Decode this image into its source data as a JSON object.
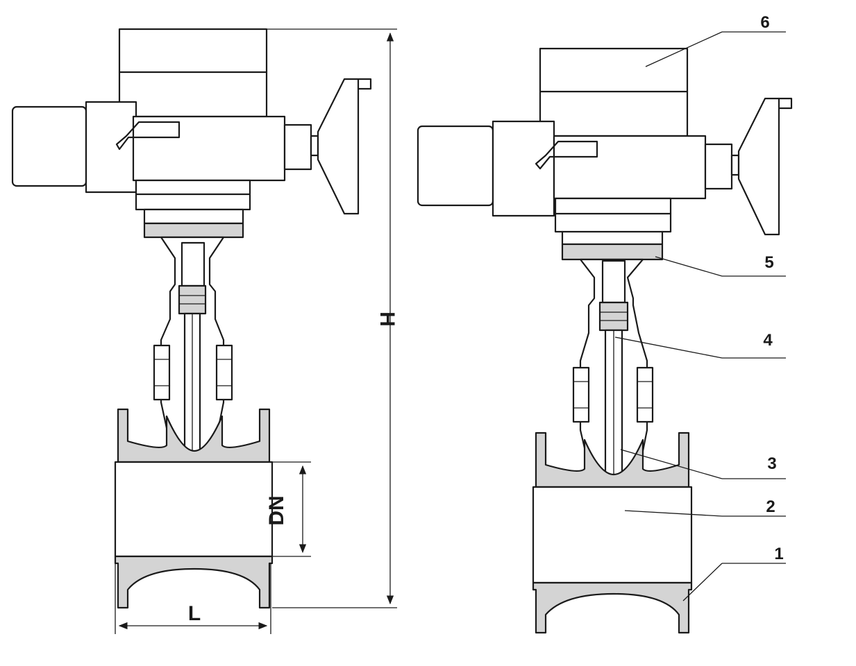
{
  "dimensions": {
    "height": "H",
    "nominal_diameter": "DN",
    "length": "L"
  },
  "callouts": [
    "6",
    "5",
    "4",
    "3",
    "2",
    "1"
  ]
}
